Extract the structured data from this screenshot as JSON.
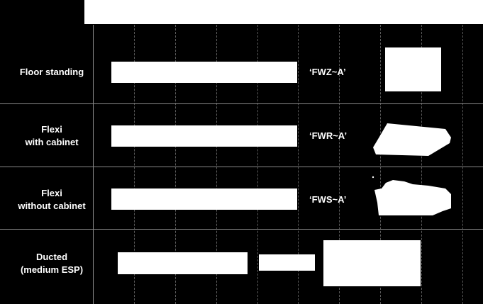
{
  "rows": [
    {
      "label": "Floor standing",
      "model": "‘FWZ~A’",
      "icon": "floor-standing-unit-icon"
    },
    {
      "label": "Flexi\nwith cabinet",
      "model": "‘FWR~A’",
      "icon": "flexi-cabinet-unit-icon"
    },
    {
      "label": "Flexi\nwithout cabinet",
      "model": "‘FWS~A’",
      "icon": "flexi-no-cabinet-unit-icon"
    },
    {
      "label": "Ducted\n(medium ESP)",
      "model": "",
      "icon": "ducted-unit-icon"
    }
  ],
  "colors": {
    "background": "#000000",
    "foreground": "#ffffff",
    "grid": "#5a5a5a"
  }
}
